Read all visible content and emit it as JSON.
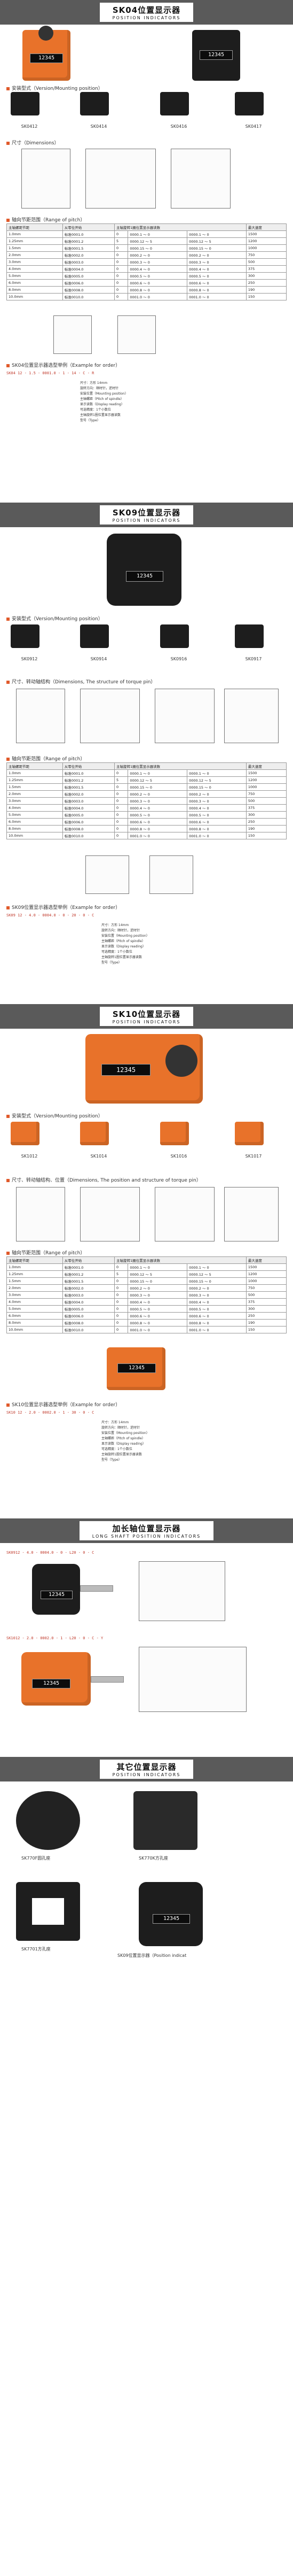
{
  "sk04": {
    "title": "SK04位置显示器",
    "subtitle": "POSITION  INDICATORS",
    "counter": "12345",
    "mount_title": "安装型式（Version/Mounting position）",
    "mounts": [
      "SK0412",
      "SK0414",
      "SK0416",
      "SK0417"
    ],
    "dim_title": "尺寸（Dimensions）",
    "pitch_title": "轴向节距范围（Range of pitch）",
    "order_title": "SK04位置显示器选型举例（Example for order）",
    "order_code": "SK04  12  -  1.5  -  0001.0  -  1  -  14  -  C  -  R"
  },
  "sk09": {
    "title": "SK09位置显示器",
    "subtitle": "POSITION  INDICATORS",
    "counter": "12345",
    "mount_title": "安装型式（Version/Mounting position）",
    "mounts": [
      "SK0912",
      "SK0914",
      "SK0916",
      "SK0917"
    ],
    "dim_title": "尺寸、转动轴结构（Dimensions, The structure of torque pin）",
    "pitch_title": "轴向节距范围（Range of pitch）",
    "order_title": "SK09位置显示器选型举例（Example for order）",
    "order_code": "SK09  12  -  4.0  -  0004.0  -  0  -  20  -  0  -  C"
  },
  "sk10": {
    "title": "SK10位置显示器",
    "subtitle": "POSITION  INDICATORS",
    "counter": "12345",
    "mount_title": "安装型式（Version/Mounting position）",
    "mounts": [
      "SK1012",
      "SK1014",
      "SK1016",
      "SK1017"
    ],
    "dim_title": "尺寸、转动轴结构、位置（Dimensions, The position and structure of torque pin）",
    "pitch_title": "轴向节距范围（Range of pitch）",
    "order_title": "SK10位置显示器选型举例（Example for order）",
    "order_code": "SK10  12  -  2.0  -  0002.0  -  1  -  30  -  0  -  C"
  },
  "long_shaft": {
    "title": "加长轴位置显示器",
    "subtitle": "LONG SHAFT POSITION INDICATORS",
    "code1": "SK0912 - 4.0 - 0004.0 - 0 - L20 - 0 - C",
    "code2": "SK1012 - 2.0 - 0002.0 - 1 - L20 - 0 - C - Y"
  },
  "other": {
    "title": "其它位置显示器",
    "subtitle": "POSITION  INDICATORS",
    "items": [
      "SK770F圆孔座",
      "SK770K方孔座",
      "SK7701方孔座",
      "SK09位置显示器（Position indicat"
    ]
  },
  "pitch_table": {
    "headers": [
      "主轴螺距节距",
      "从零位开始",
      "主轴旋转1圈位置显示器读数",
      "",
      "最大速度"
    ],
    "rows": [
      [
        "1.0mm",
        "标准0001.0",
        "0",
        "0000.1 ～ 0",
        "0000.1 ～ 0",
        "1500"
      ],
      [
        "1.25mm",
        "标准0001.2",
        "5",
        "0000.12 ～ 5",
        "0000.12 ～ 5",
        "1200"
      ],
      [
        "1.5mm",
        "标准0001.5",
        "0",
        "0000.15 ～ 0",
        "0000.15 ～ 0",
        "1000"
      ],
      [
        "2.0mm",
        "标准0002.0",
        "0",
        "0000.2 ～ 0",
        "0000.2 ～ 0",
        "750"
      ],
      [
        "3.0mm",
        "标准0003.0",
        "0",
        "0000.3 ～ 0",
        "0000.3 ～ 0",
        "500"
      ],
      [
        "4.0mm",
        "标准0004.0",
        "0",
        "0000.4 ～ 0",
        "0000.4 ～ 0",
        "375"
      ],
      [
        "5.0mm",
        "标准0005.0",
        "0",
        "0000.5 ～ 0",
        "0000.5 ～ 0",
        "300"
      ],
      [
        "6.0mm",
        "标准0006.0",
        "0",
        "0000.6 ～ 0",
        "0000.6 ～ 0",
        "250"
      ],
      [
        "8.0mm",
        "标准0008.0",
        "0",
        "0000.8 ～ 0",
        "0000.8 ～ 0",
        "190"
      ],
      [
        "10.0mm",
        "标准0010.0",
        "0",
        "0001.0 ～ 0",
        "0001.0 ～ 0",
        "150"
      ]
    ]
  },
  "legend_lines": [
    "尺寸：方形 14mm",
    "旋转方向：顺时针，逆时针",
    "安装位置（Mounting position）",
    "主轴螺距（Pitch of spindle）",
    "显示读数（Display reading）",
    "可选精度：1个小数位",
    "主轴旋转1圈位置显示器读数",
    "型号（Type）"
  ]
}
